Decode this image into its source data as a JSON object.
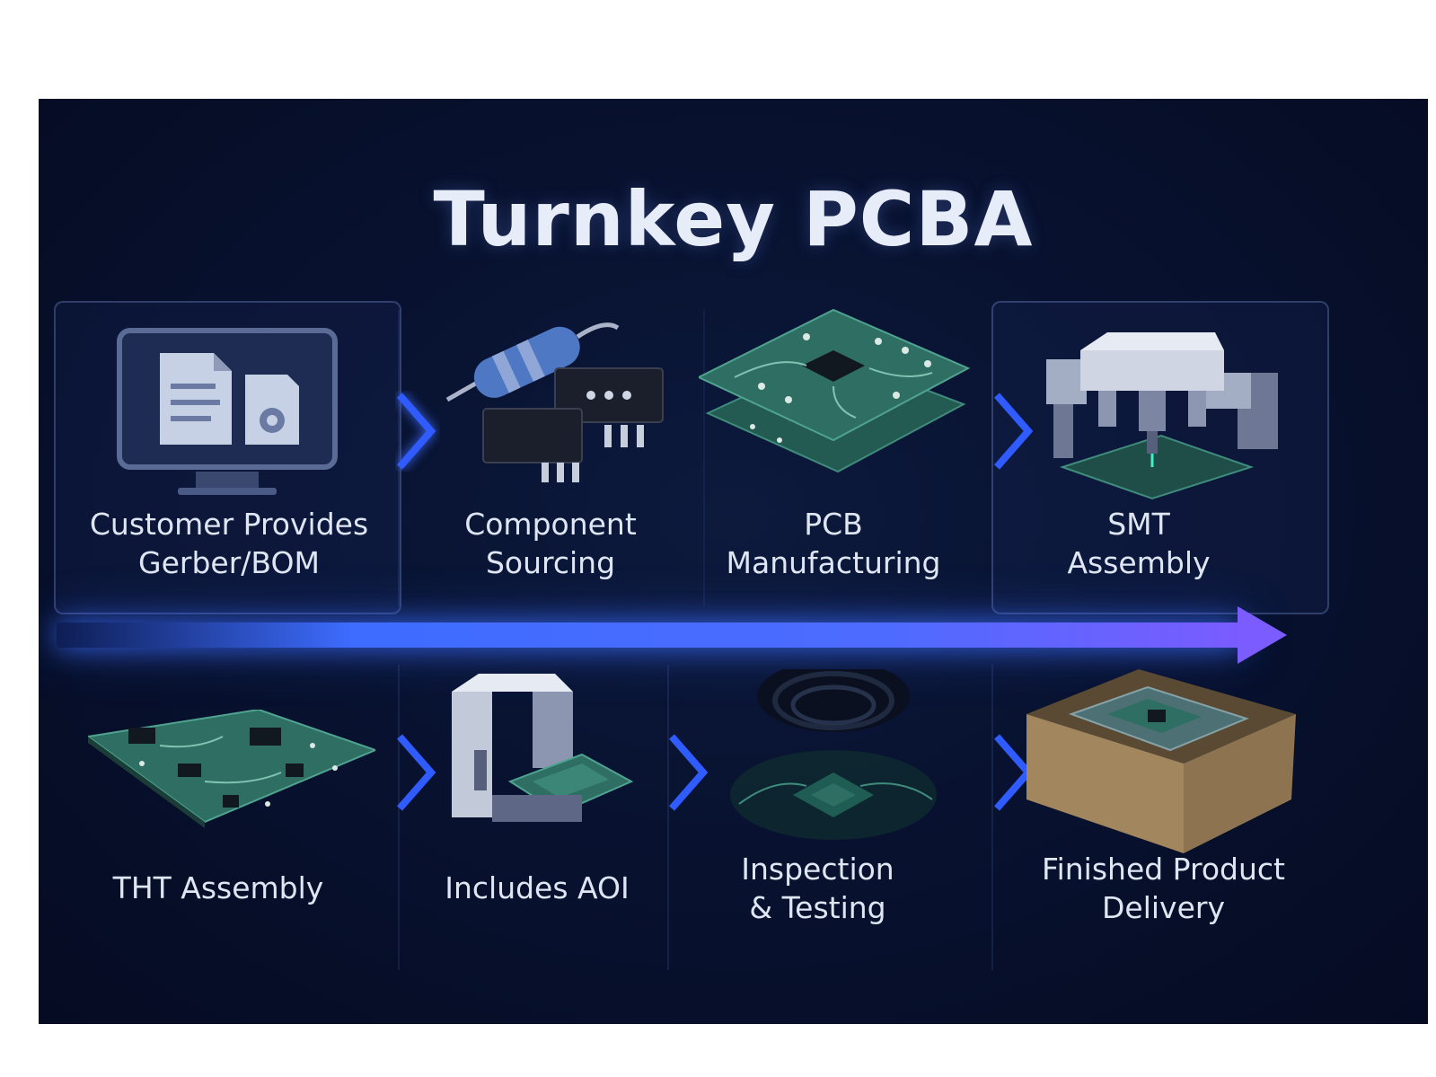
{
  "title": "Turnkey PCBA",
  "steps_top": [
    {
      "line1": "Customer Provides",
      "line2": "Gerber/BOM",
      "icon": "document-monitor-icon"
    },
    {
      "line1": "Component",
      "line2": "Sourcing",
      "icon": "components-icon"
    },
    {
      "line1": "PCB",
      "line2": "Manufacturing",
      "icon": "pcb-board-icon"
    },
    {
      "line1": "SMT",
      "line2": "Assembly",
      "icon": "smt-machine-icon"
    }
  ],
  "steps_bottom": [
    {
      "line1": "THT Assembly",
      "line2": "",
      "icon": "tht-board-icon"
    },
    {
      "line1": "Includes AOI",
      "line2": "",
      "icon": "aoi-machine-icon"
    },
    {
      "line1": "Inspection",
      "line2": "& Testing",
      "icon": "inspection-lens-icon"
    },
    {
      "line1": "Finished Product",
      "line2": "Delivery",
      "icon": "package-box-icon"
    }
  ],
  "colors": {
    "background": "#081230",
    "accent": "#3d6cff",
    "pcb": "#2f6f63",
    "text": "#dfe6f3"
  }
}
